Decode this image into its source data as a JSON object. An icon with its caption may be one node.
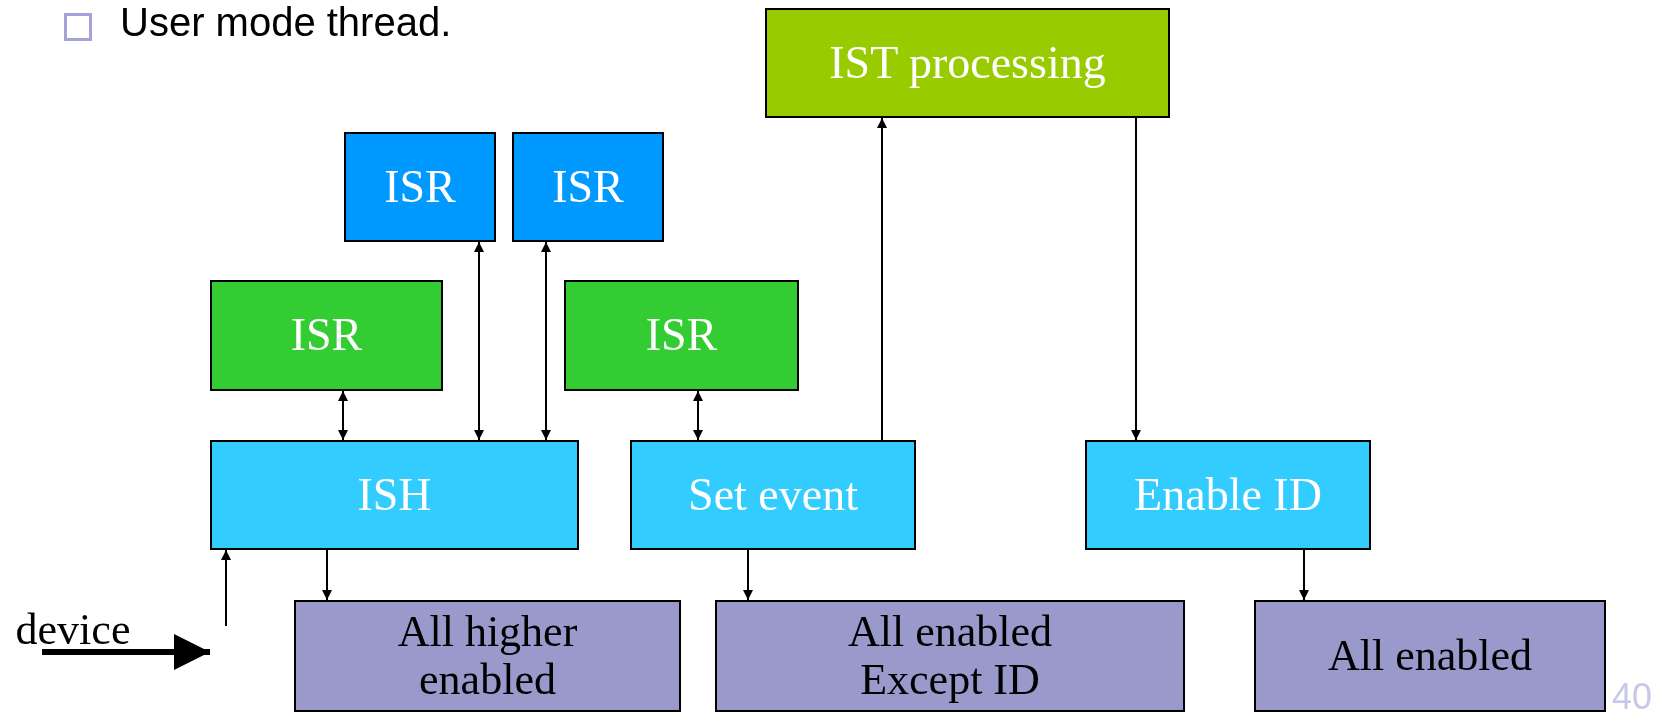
{
  "diagram": {
    "title": "User mode thread.",
    "nodes": [
      {
        "text": [
          "IST processing"
        ]
      },
      {
        "text": [
          "ISR"
        ]
      },
      {
        "text": [
          "ISR"
        ]
      },
      {
        "text": [
          "ISR"
        ]
      },
      {
        "text": [
          "ISR"
        ]
      },
      {
        "text": [
          "ISH"
        ]
      },
      {
        "text": [
          "Set event"
        ]
      },
      {
        "text": [
          "Enable ID"
        ]
      },
      {
        "text": [
          "All higher enabled"
        ]
      },
      {
        "text": [
          "All enabled Except ID"
        ]
      },
      {
        "text": [
          "All enabled"
        ]
      },
      {
        "text": [
          "device"
        ]
      }
    ],
    "edges": [
      {
        "from": 3,
        "to": 5,
        "arrow": "both"
      },
      {
        "from": 1,
        "to": 5,
        "arrow": "both"
      },
      {
        "from": 2,
        "to": 5,
        "arrow": "both"
      },
      {
        "from": 4,
        "to": 6,
        "arrow": "both"
      },
      {
        "from": 6,
        "to": 0,
        "arrow": "to"
      },
      {
        "from": 0,
        "to": 7,
        "arrow": "to"
      },
      {
        "from": 5,
        "to": 8,
        "arrow": "to"
      },
      {
        "from": 6,
        "to": 9,
        "arrow": "to"
      },
      {
        "from": 7,
        "to": 10,
        "arrow": "to"
      },
      {
        "from": 11,
        "to": null,
        "arrow": "to",
        "style": "thick"
      },
      {
        "from": null,
        "to": 5,
        "arrow": "to"
      }
    ],
    "labels": [
      "40"
    ]
  }
}
